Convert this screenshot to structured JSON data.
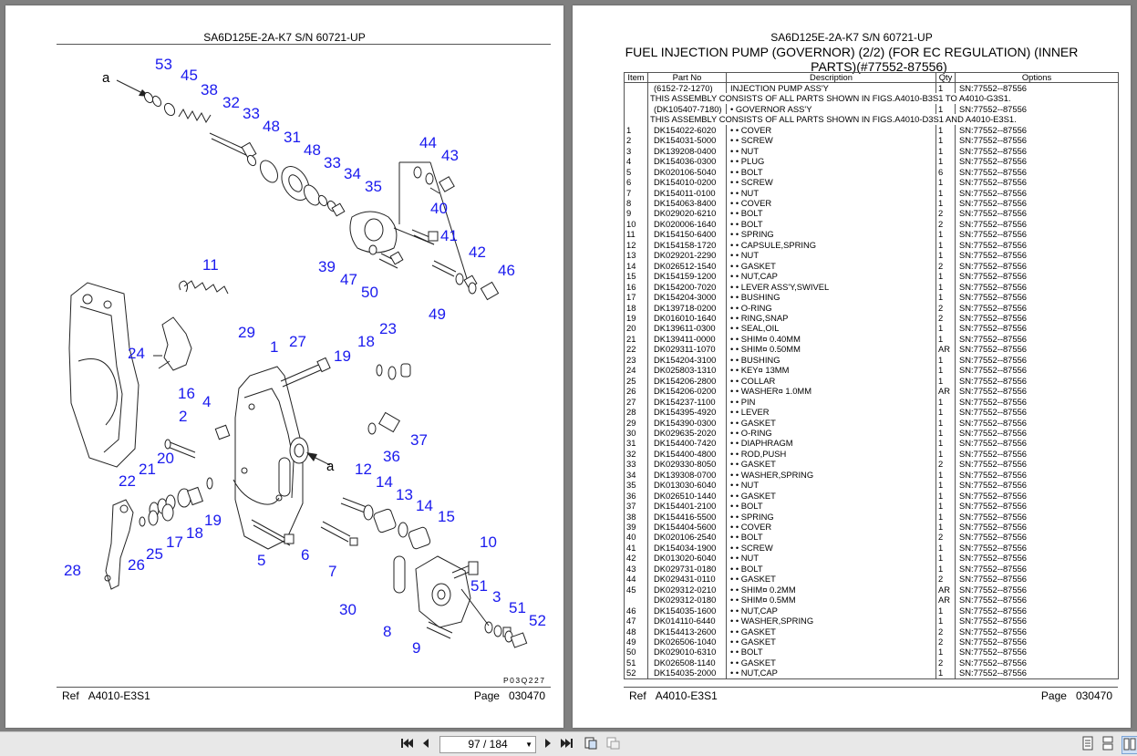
{
  "left_page": {
    "header": "SA6D125E-2A-K7 S/N 60721-UP",
    "drawing_code": "P03Q227",
    "ref_label": "Ref",
    "ref_value": "A4010-E3S1",
    "page_label": "Page",
    "page_value": "030470",
    "callouts": [
      "53",
      "45",
      "38",
      "32",
      "33",
      "48",
      "31",
      "48",
      "33",
      "34",
      "35",
      "44",
      "43",
      "40",
      "41",
      "42",
      "46",
      "39",
      "47",
      "50",
      "49",
      "11",
      "29",
      "1",
      "27",
      "19",
      "18",
      "23",
      "24",
      "16",
      "4",
      "2",
      "37",
      "36",
      "21",
      "20",
      "22",
      "12",
      "14",
      "13",
      "14",
      "15",
      "10",
      "51",
      "3",
      "51",
      "52",
      "28",
      "26",
      "25",
      "17",
      "18",
      "19",
      "5",
      "6",
      "7",
      "30",
      "8",
      "9",
      "a",
      "a"
    ]
  },
  "right_page": {
    "header": "SA6D125E-2A-K7 S/N 60721-UP",
    "title_line1": "FUEL INJECTION PUMP (GOVERNOR) (2/2) (FOR EC REGULATION) (INNER",
    "title_line2": "PARTS)(#77552-87556)",
    "columns": [
      "Item",
      "Part No",
      "Description",
      "Qty",
      "Options"
    ],
    "rows": [
      {
        "item": "",
        "part": "(6152-72-1270)",
        "desc": "INJECTION PUMP ASS'Y",
        "qty": "1",
        "opt": "SN:77552--87556"
      },
      {
        "note": "THIS ASSEMBLY CONSISTS OF ALL PARTS SHOWN IN FIGS.A4010-B3S1 TO A4010-G3S1."
      },
      {
        "item": "",
        "part": "(DK105407-7180)",
        "desc": "• GOVERNOR ASS'Y",
        "qty": "1",
        "opt": "SN:77552--87556"
      },
      {
        "note": "THIS ASSEMBLY CONSISTS OF ALL PARTS SHOWN IN FIGS.A4010-D3S1 AND A4010-E3S1."
      },
      {
        "item": "1",
        "part": "DK154022-6020",
        "desc": "• • COVER",
        "qty": "1",
        "opt": "SN:77552--87556"
      },
      {
        "item": "2",
        "part": "DK154031-5000",
        "desc": "• • SCREW",
        "qty": "1",
        "opt": "SN:77552--87556"
      },
      {
        "item": "3",
        "part": "DK139208-0400",
        "desc": "• • NUT",
        "qty": "1",
        "opt": "SN:77552--87556"
      },
      {
        "item": "4",
        "part": "DK154036-0300",
        "desc": "• • PLUG",
        "qty": "1",
        "opt": "SN:77552--87556"
      },
      {
        "item": "5",
        "part": "DK020106-5040",
        "desc": "• • BOLT",
        "qty": "6",
        "opt": "SN:77552--87556"
      },
      {
        "item": "6",
        "part": "DK154010-0200",
        "desc": "• • SCREW",
        "qty": "1",
        "opt": "SN:77552--87556"
      },
      {
        "item": "7",
        "part": "DK154011-0100",
        "desc": "• • NUT",
        "qty": "1",
        "opt": "SN:77552--87556"
      },
      {
        "item": "8",
        "part": "DK154063-8400",
        "desc": "• • COVER",
        "qty": "1",
        "opt": "SN:77552--87556"
      },
      {
        "item": "9",
        "part": "DK029020-6210",
        "desc": "• • BOLT",
        "qty": "2",
        "opt": "SN:77552--87556"
      },
      {
        "item": "10",
        "part": "DK020006-1640",
        "desc": "• • BOLT",
        "qty": "2",
        "opt": "SN:77552--87556"
      },
      {
        "item": "11",
        "part": "DK154150-6400",
        "desc": "• • SPRING",
        "qty": "1",
        "opt": "SN:77552--87556"
      },
      {
        "item": "12",
        "part": "DK154158-1720",
        "desc": "• • CAPSULE,SPRING",
        "qty": "1",
        "opt": "SN:77552--87556"
      },
      {
        "item": "13",
        "part": "DK029201-2290",
        "desc": "• • NUT",
        "qty": "1",
        "opt": "SN:77552--87556"
      },
      {
        "item": "14",
        "part": "DK026512-1540",
        "desc": "• • GASKET",
        "qty": "2",
        "opt": "SN:77552--87556"
      },
      {
        "item": "15",
        "part": "DK154159-1200",
        "desc": "• • NUT,CAP",
        "qty": "1",
        "opt": "SN:77552--87556"
      },
      {
        "item": "16",
        "part": "DK154200-7020",
        "desc": "• • LEVER ASS'Y,SWIVEL",
        "qty": "1",
        "opt": "SN:77552--87556"
      },
      {
        "item": "17",
        "part": "DK154204-3000",
        "desc": "• • BUSHING",
        "qty": "1",
        "opt": "SN:77552--87556"
      },
      {
        "item": "18",
        "part": "DK139718-0200",
        "desc": "• • O-RING",
        "qty": "2",
        "opt": "SN:77552--87556"
      },
      {
        "item": "19",
        "part": "DK016010-1640",
        "desc": "• • RING,SNAP",
        "qty": "2",
        "opt": "SN:77552--87556"
      },
      {
        "item": "20",
        "part": "DK139611-0300",
        "desc": "• • SEAL,OIL",
        "qty": "1",
        "opt": "SN:77552--87556"
      },
      {
        "item": "21",
        "part": "DK139411-0000",
        "desc": "• • SHIM¤ 0.40MM",
        "qty": "1",
        "opt": "SN:77552--87556"
      },
      {
        "item": "22",
        "part": "DK029311-1070",
        "desc": "• • SHIM¤ 0.50MM",
        "qty": "AR",
        "opt": "SN:77552--87556"
      },
      {
        "item": "23",
        "part": "DK154204-3100",
        "desc": "• • BUSHING",
        "qty": "1",
        "opt": "SN:77552--87556"
      },
      {
        "item": "24",
        "part": "DK025803-1310",
        "desc": "• • KEY¤ 13MM",
        "qty": "1",
        "opt": "SN:77552--87556"
      },
      {
        "item": "25",
        "part": "DK154206-2800",
        "desc": "• • COLLAR",
        "qty": "1",
        "opt": "SN:77552--87556"
      },
      {
        "item": "26",
        "part": "DK154206-0200",
        "desc": "• • WASHER¤ 1.0MM",
        "qty": "AR",
        "opt": "SN:77552--87556"
      },
      {
        "item": "27",
        "part": "DK154237-1100",
        "desc": "• • PIN",
        "qty": "1",
        "opt": "SN:77552--87556"
      },
      {
        "item": "28",
        "part": "DK154395-4920",
        "desc": "• • LEVER",
        "qty": "1",
        "opt": "SN:77552--87556"
      },
      {
        "item": "29",
        "part": "DK154390-0300",
        "desc": "• • GASKET",
        "qty": "1",
        "opt": "SN:77552--87556"
      },
      {
        "item": "30",
        "part": "DK029635-2020",
        "desc": "• • O-RING",
        "qty": "1",
        "opt": "SN:77552--87556"
      },
      {
        "item": "31",
        "part": "DK154400-7420",
        "desc": "• • DIAPHRAGM",
        "qty": "1",
        "opt": "SN:77552--87556"
      },
      {
        "item": "32",
        "part": "DK154400-4800",
        "desc": "• • ROD,PUSH",
        "qty": "1",
        "opt": "SN:77552--87556"
      },
      {
        "item": "33",
        "part": "DK029330-8050",
        "desc": "• • GASKET",
        "qty": "2",
        "opt": "SN:77552--87556"
      },
      {
        "item": "34",
        "part": "DK139308-0700",
        "desc": "• • WASHER,SPRING",
        "qty": "1",
        "opt": "SN:77552--87556"
      },
      {
        "item": "35",
        "part": "DK013030-6040",
        "desc": "• • NUT",
        "qty": "1",
        "opt": "SN:77552--87556"
      },
      {
        "item": "36",
        "part": "DK026510-1440",
        "desc": "• • GASKET",
        "qty": "1",
        "opt": "SN:77552--87556"
      },
      {
        "item": "37",
        "part": "DK154401-2100",
        "desc": "• • BOLT",
        "qty": "1",
        "opt": "SN:77552--87556"
      },
      {
        "item": "38",
        "part": "DK154416-5500",
        "desc": "• • SPRING",
        "qty": "1",
        "opt": "SN:77552--87556"
      },
      {
        "item": "39",
        "part": "DK154404-5600",
        "desc": "• • COVER",
        "qty": "1",
        "opt": "SN:77552--87556"
      },
      {
        "item": "40",
        "part": "DK020106-2540",
        "desc": "• • BOLT",
        "qty": "2",
        "opt": "SN:77552--87556"
      },
      {
        "item": "41",
        "part": "DK154034-1900",
        "desc": "• • SCREW",
        "qty": "1",
        "opt": "SN:77552--87556"
      },
      {
        "item": "42",
        "part": "DK013020-6040",
        "desc": "• • NUT",
        "qty": "1",
        "opt": "SN:77552--87556"
      },
      {
        "item": "43",
        "part": "DK029731-0180",
        "desc": "• • BOLT",
        "qty": "1",
        "opt": "SN:77552--87556"
      },
      {
        "item": "44",
        "part": "DK029431-0110",
        "desc": "• • GASKET",
        "qty": "2",
        "opt": "SN:77552--87556"
      },
      {
        "item": "45",
        "part": "DK029312-0210",
        "desc": "• • SHIM¤ 0.2MM",
        "qty": "AR",
        "opt": "SN:77552--87556"
      },
      {
        "item": "",
        "part": "DK029312-0180",
        "desc": "• • SHIM¤ 0.5MM",
        "qty": "AR",
        "opt": "SN:77552--87556"
      },
      {
        "item": "46",
        "part": "DK154035-1600",
        "desc": "• • NUT,CAP",
        "qty": "1",
        "opt": "SN:77552--87556"
      },
      {
        "item": "47",
        "part": "DK014110-6440",
        "desc": "• • WASHER,SPRING",
        "qty": "1",
        "opt": "SN:77552--87556"
      },
      {
        "item": "48",
        "part": "DK154413-2600",
        "desc": "• • GASKET",
        "qty": "2",
        "opt": "SN:77552--87556"
      },
      {
        "item": "49",
        "part": "DK026506-1040",
        "desc": "• • GASKET",
        "qty": "2",
        "opt": "SN:77552--87556"
      },
      {
        "item": "50",
        "part": "DK029010-6310",
        "desc": "• • BOLT",
        "qty": "1",
        "opt": "SN:77552--87556"
      },
      {
        "item": "51",
        "part": "DK026508-1140",
        "desc": "• • GASKET",
        "qty": "2",
        "opt": "SN:77552--87556"
      },
      {
        "item": "52",
        "part": "DK154035-2000",
        "desc": "• • NUT,CAP",
        "qty": "1",
        "opt": "SN:77552--87556"
      }
    ],
    "ref_label": "Ref",
    "ref_value": "A4010-E3S1",
    "page_label": "Page",
    "page_value": "030470"
  },
  "toolbar": {
    "first_icon": "first-page-icon",
    "prev_icon": "previous-page-icon",
    "page_indicator": "97 / 184",
    "next_icon": "next-page-icon",
    "last_icon": "last-page-icon",
    "view_icons": [
      "single-page-view-icon",
      "continuous-view-icon",
      "two-page-view-icon"
    ]
  }
}
